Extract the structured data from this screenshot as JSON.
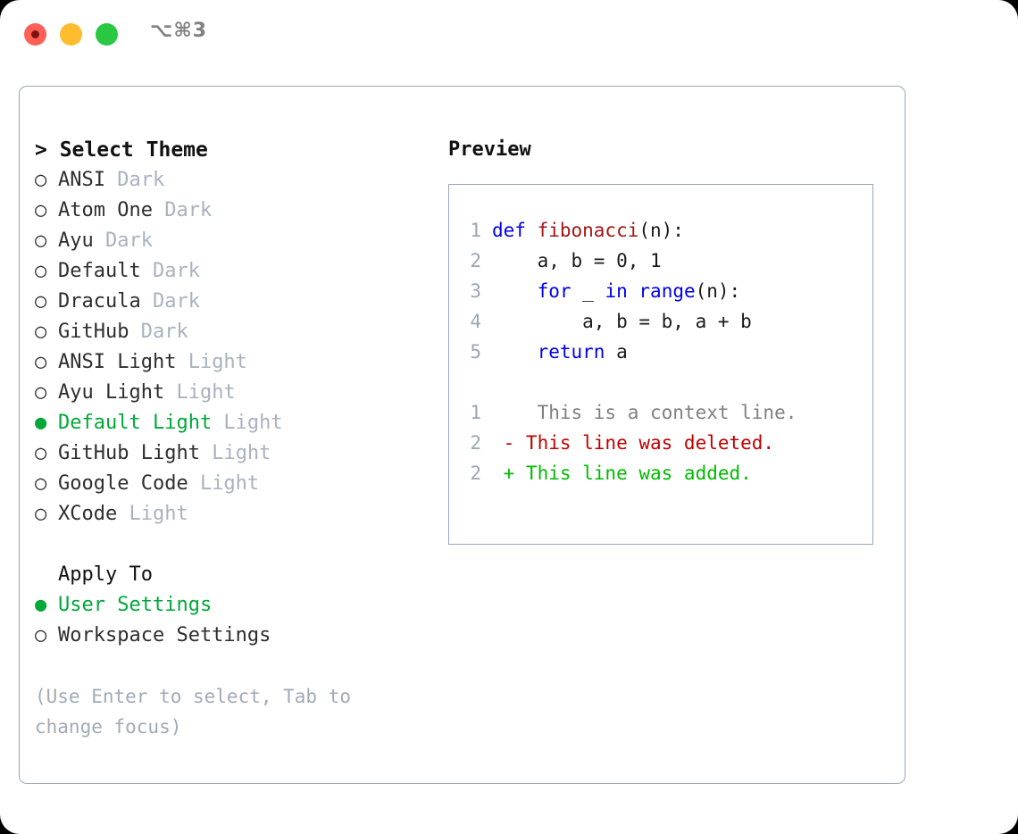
{
  "titlebar": {
    "shortcut": "⌥⌘3",
    "lights": [
      "close-red",
      "minimize-yellow",
      "maximize-green"
    ]
  },
  "theme_picker": {
    "header": "> Select Theme",
    "items": [
      {
        "marker": "○",
        "label": "ANSI",
        "badge": "Dark",
        "selected": false
      },
      {
        "marker": "○",
        "label": "Atom One",
        "badge": "Dark",
        "selected": false
      },
      {
        "marker": "○",
        "label": "Ayu",
        "badge": "Dark",
        "selected": false
      },
      {
        "marker": "○",
        "label": "Default",
        "badge": "Dark",
        "selected": false
      },
      {
        "marker": "○",
        "label": "Dracula",
        "badge": "Dark",
        "selected": false
      },
      {
        "marker": "○",
        "label": "GitHub",
        "badge": "Dark",
        "selected": false
      },
      {
        "marker": "○",
        "label": "ANSI Light",
        "badge": "Light",
        "selected": false
      },
      {
        "marker": "○",
        "label": "Ayu Light",
        "badge": "Light",
        "selected": false
      },
      {
        "marker": "●",
        "label": "Default Light",
        "badge": "Light",
        "selected": true
      },
      {
        "marker": "○",
        "label": "GitHub Light",
        "badge": "Light",
        "selected": false
      },
      {
        "marker": "○",
        "label": "Google Code",
        "badge": "Light",
        "selected": false
      },
      {
        "marker": "○",
        "label": "XCode",
        "badge": "Light",
        "selected": false
      }
    ]
  },
  "apply_to": {
    "title": "Apply To",
    "items": [
      {
        "marker": "●",
        "label": "User Settings",
        "selected": true
      },
      {
        "marker": "○",
        "label": "Workspace Settings",
        "selected": false
      }
    ]
  },
  "hint": "(Use Enter to select, Tab to change focus)",
  "preview": {
    "title": "Preview",
    "code_lines": [
      {
        "num": "1",
        "tokens": [
          {
            "t": "def ",
            "c": "kw"
          },
          {
            "t": "fibonacci",
            "c": "fn"
          },
          {
            "t": "(n):",
            "c": "pl"
          }
        ]
      },
      {
        "num": "2",
        "tokens": [
          {
            "t": "    a, b = 0, 1",
            "c": "pl"
          }
        ]
      },
      {
        "num": "3",
        "tokens": [
          {
            "t": "    ",
            "c": "pl"
          },
          {
            "t": "for",
            "c": "kw"
          },
          {
            "t": " _ ",
            "c": "pl"
          },
          {
            "t": "in",
            "c": "kw"
          },
          {
            "t": " ",
            "c": "pl"
          },
          {
            "t": "range",
            "c": "kw"
          },
          {
            "t": "(n):",
            "c": "pl"
          }
        ]
      },
      {
        "num": "4",
        "tokens": [
          {
            "t": "        a, b = b, a + b",
            "c": "pl"
          }
        ]
      },
      {
        "num": "5",
        "tokens": [
          {
            "t": "    ",
            "c": "pl"
          },
          {
            "t": "return",
            "c": "kw"
          },
          {
            "t": " a",
            "c": "pl"
          }
        ]
      }
    ],
    "diff_lines": [
      {
        "num": "1",
        "sign": " ",
        "text": "  This is a context line.",
        "kind": "ctx"
      },
      {
        "num": "2",
        "sign": "-",
        "text": " This line was deleted.",
        "kind": "del"
      },
      {
        "num": "2",
        "sign": "+",
        "text": " This line was added.",
        "kind": "add"
      }
    ]
  },
  "colors": {
    "accent_green": "#00a838",
    "badge_gray": "#a9b2bf",
    "border": "#9aa6b4",
    "keyword_blue": "#0000ee",
    "function_red": "#a31515",
    "diff_delete": "#c00000",
    "diff_add": "#00bb00",
    "background": "#ffffff",
    "page_background": "#000000"
  }
}
